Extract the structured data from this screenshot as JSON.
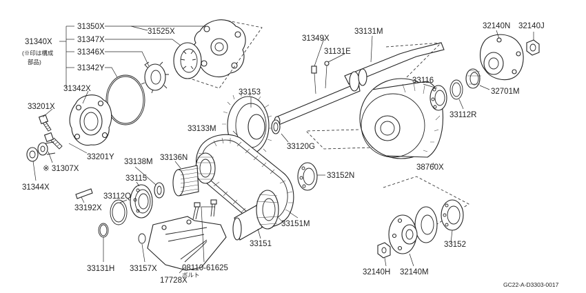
{
  "labels": {
    "p31350x": "31350X",
    "p31525x": "31525X",
    "p31340x": "31340X",
    "p31340x_note": "(※印は構成",
    "p31340x_note2": "部品)",
    "p31347x": "31347X",
    "p31346x": "31346X",
    "p31342y": "31342Y",
    "p31342x": "31342X",
    "p33201x": "33201X",
    "p33201y": "33201Y",
    "p31307x": "※ 31307X",
    "p31344x": "31344X",
    "p31349x": "31349X",
    "p31131e": "31131E",
    "p33131m": "33131M",
    "p33153": "33153",
    "p33133m": "33133M",
    "p33120g": "33120G",
    "p33116": "33116",
    "p33112r": "33112R",
    "p32140n": "32140N",
    "p32140j": "32140J",
    "p32701m": "32701M",
    "p38760x": "38760X",
    "p33138m": "33138M",
    "p33136n": "33136N",
    "p33115": "33115",
    "p33112q": "33112Q",
    "p33192x": "33192X",
    "p33152n": "33152N",
    "p33151m": "33151M",
    "p33151": "33151",
    "p33131h": "33131H",
    "p33157x": "33157X",
    "p08110": "08110-61625",
    "p08110_sub": "ボルト",
    "p17728x": "17728X",
    "p33152": "33152",
    "p32140h": "32140H",
    "p32140m": "32140M",
    "diagram_code": "GC22-A-D3303-0017"
  }
}
